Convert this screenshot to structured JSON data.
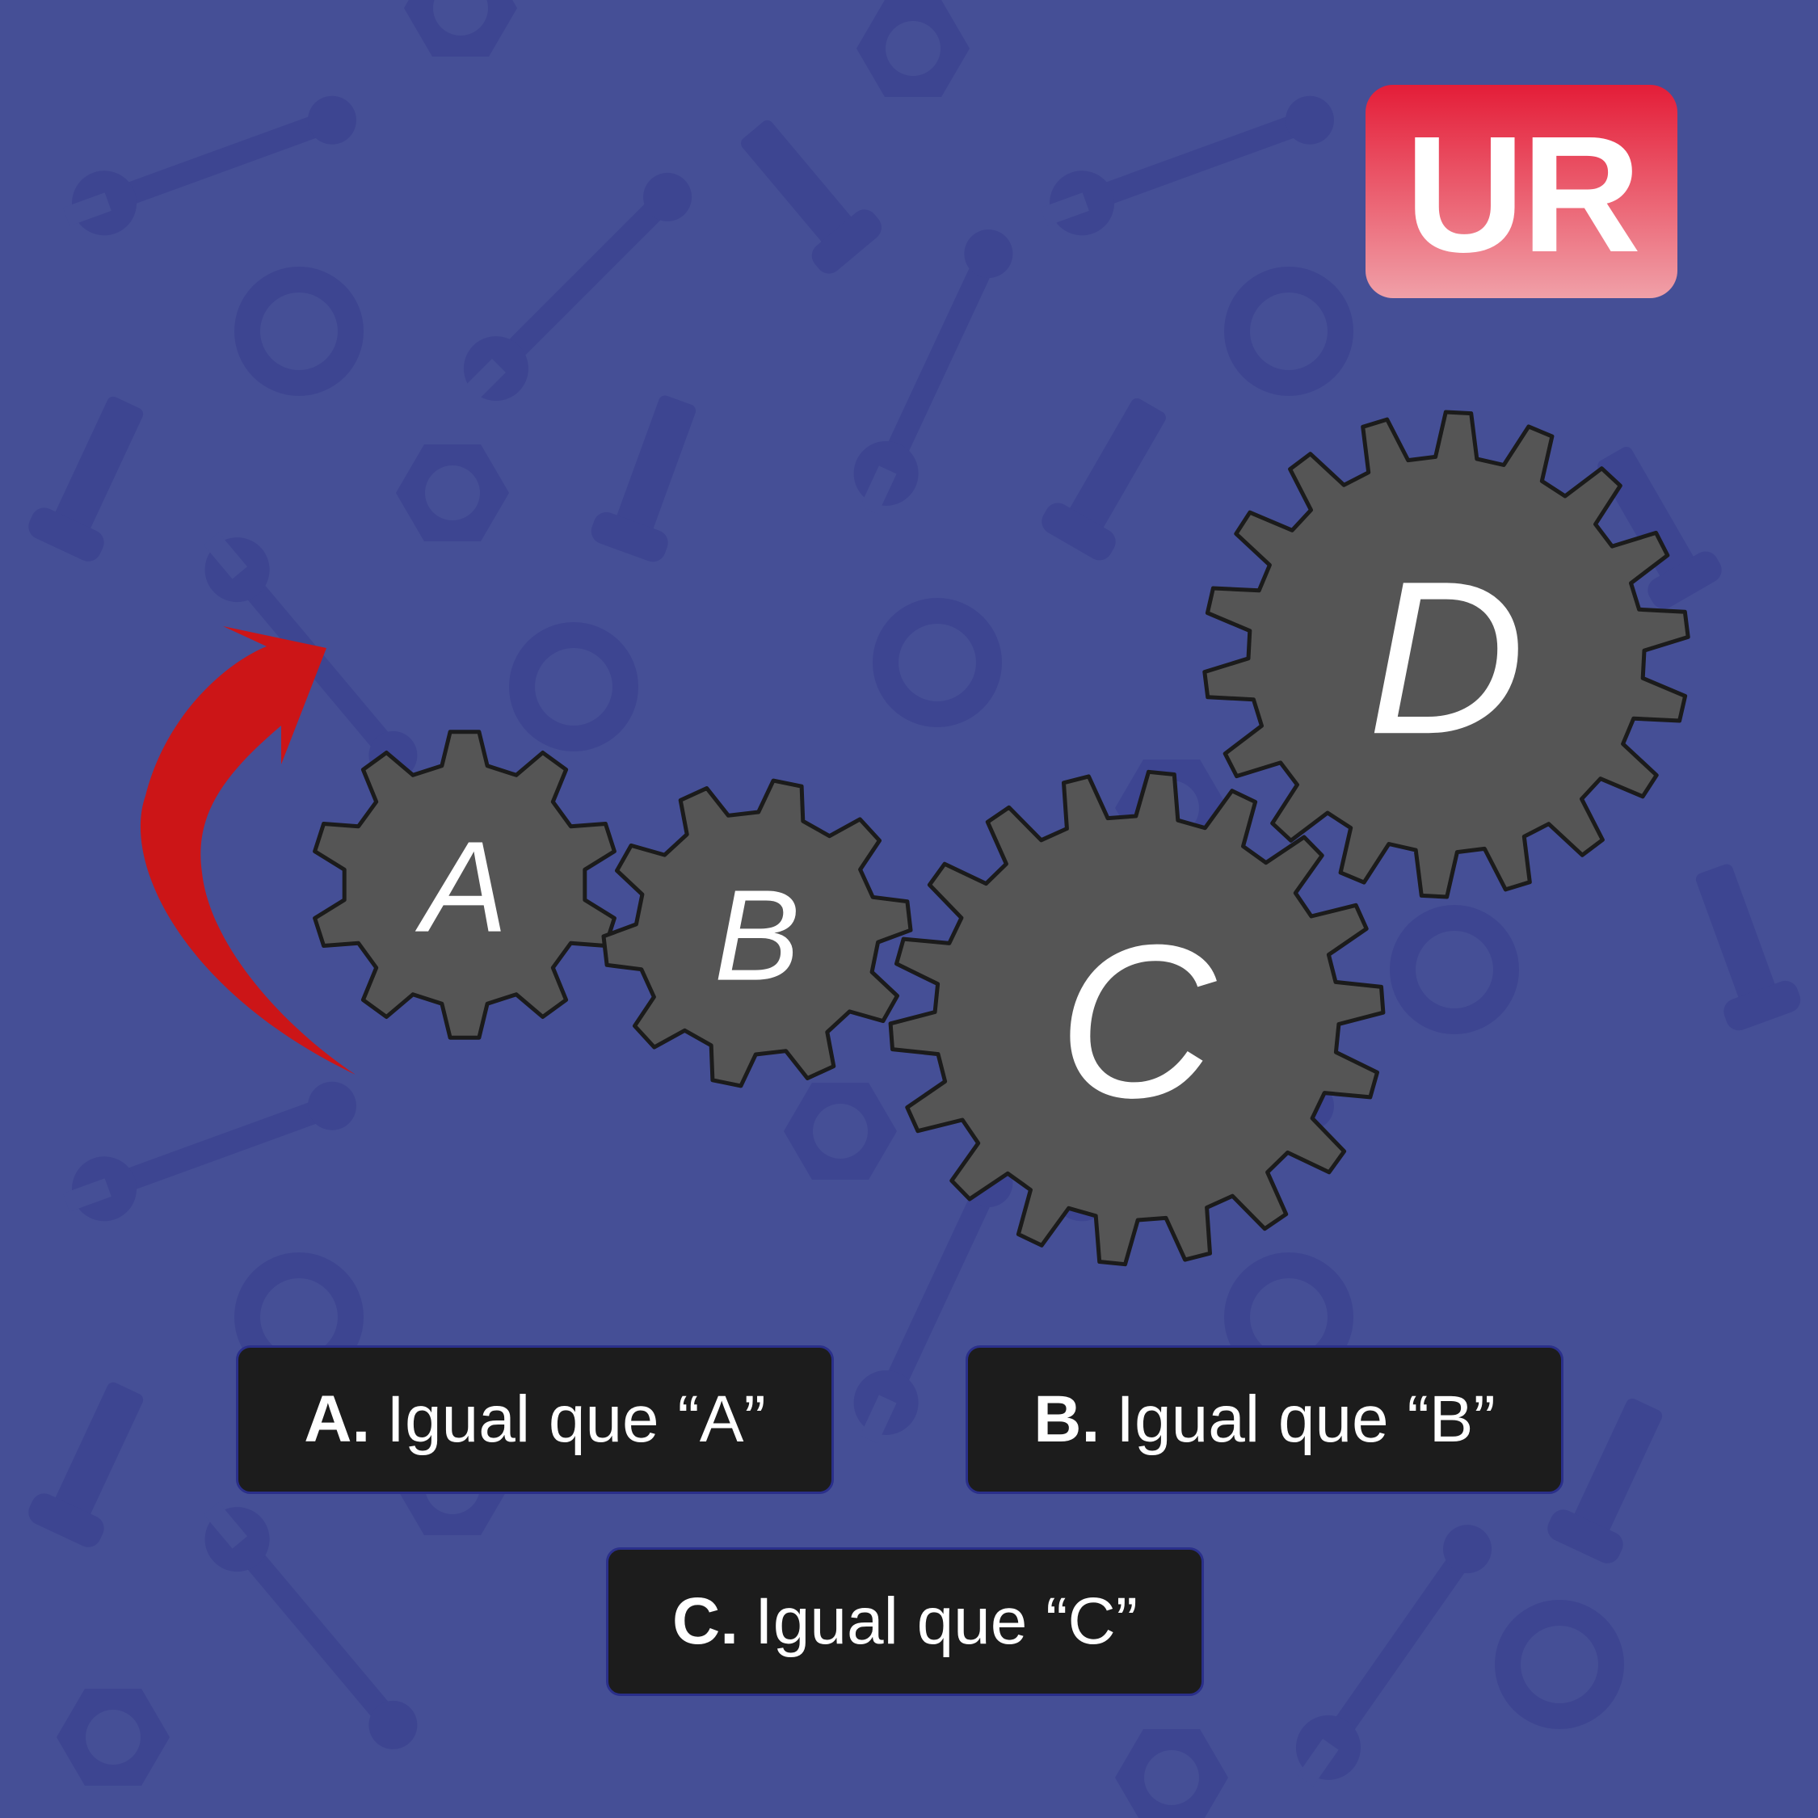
{
  "logo": {
    "text": "UR"
  },
  "gears": [
    {
      "label": "A"
    },
    {
      "label": "B"
    },
    {
      "label": "C"
    },
    {
      "label": "D"
    }
  ],
  "rotation_indicator": {
    "icon": "curved-arrow-icon",
    "direction": "clockwise",
    "color": "#cc1517"
  },
  "options": [
    {
      "key": "A.",
      "text": "Igual que “A”"
    },
    {
      "key": "B.",
      "text": "Igual que “B”"
    },
    {
      "key": "C.",
      "text": "Igual que “C”"
    }
  ],
  "colors": {
    "background": "#454f96",
    "gear_fill": "#555555",
    "option_fill": "#1c1c1c",
    "logo_red": "#e41d38"
  }
}
